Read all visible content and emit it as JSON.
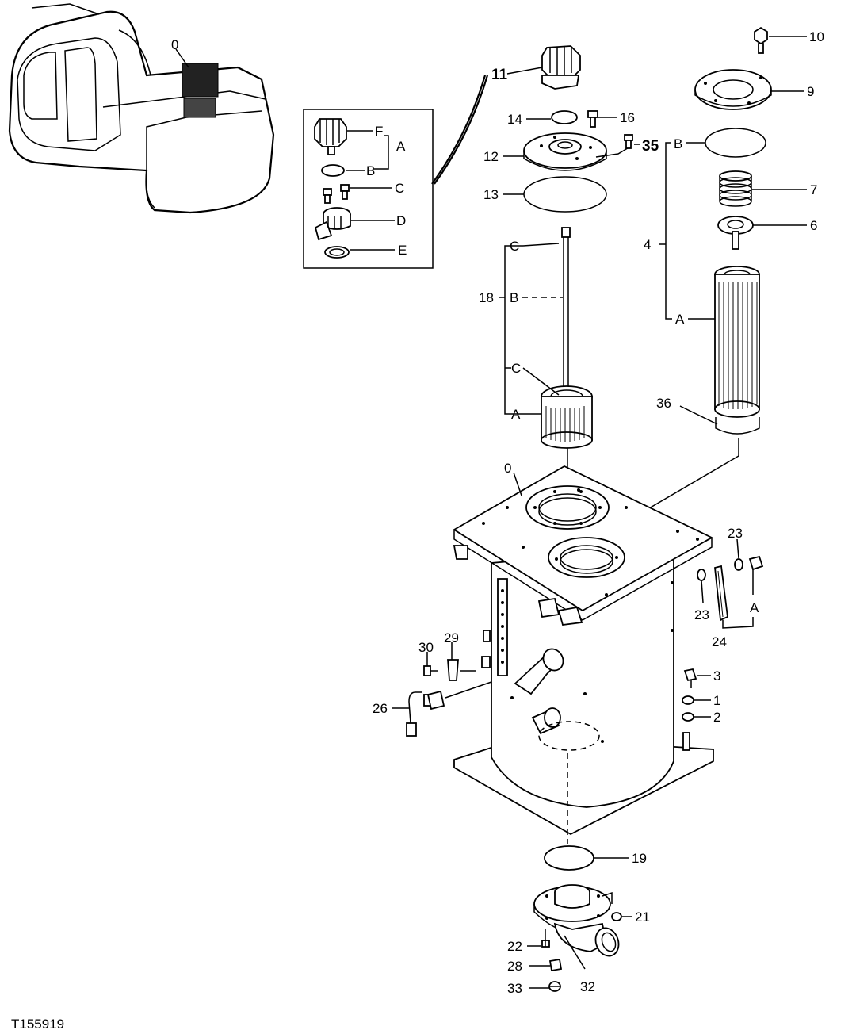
{
  "figure_id": "T155919",
  "callouts": {
    "p0_machine": "0",
    "p0_tank": "0",
    "p1": "1",
    "p2": "2",
    "p3": "3",
    "p4": "4",
    "p6": "6",
    "p7": "7",
    "p9": "9",
    "p10": "10",
    "p11": "11",
    "p12": "12",
    "p13": "13",
    "p14": "14",
    "p16": "16",
    "p18": "18",
    "p19": "19",
    "p21": "21",
    "p22": "22",
    "p23a": "23",
    "p23b": "23",
    "p24": "24",
    "p26": "26",
    "p28": "28",
    "p29": "29",
    "p30": "30",
    "p32": "32",
    "p33": "33",
    "p35": "35",
    "p36": "36"
  },
  "inset_letters": {
    "a": "A",
    "b": "B",
    "c": "C",
    "d": "D",
    "e": "E",
    "f": "F"
  },
  "sub_letters": {
    "k4_a": "A",
    "k4_b": "B",
    "k18_a": "A",
    "k18_b": "B",
    "k18_c1": "C",
    "k18_c2": "C",
    "k24_a": "A"
  }
}
